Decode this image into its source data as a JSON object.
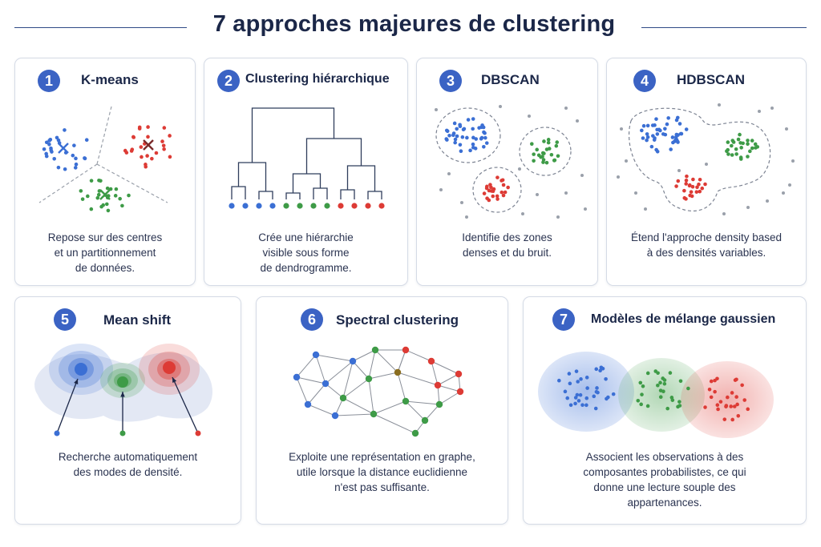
{
  "title": "7 approches majeures de clustering",
  "colors": {
    "blue": "#3b6fd4",
    "red": "#dd3b35",
    "green": "#3e9b47",
    "gray": "#9aa0aa",
    "badge": "#3b63c4",
    "navy": "#1b2748"
  },
  "cards": [
    {
      "number": "1",
      "title": "K-means",
      "desc": [
        "Repose sur des centres",
        "et un partitionnement",
        "de données."
      ]
    },
    {
      "number": "2",
      "title": "Clustering hiérarchique",
      "desc": [
        "Crée une hiérarchie",
        "visible sous forme",
        "de dendrogramme."
      ]
    },
    {
      "number": "3",
      "title": "DBSCAN",
      "desc": [
        "Identifie des zones",
        "denses et du bruit."
      ]
    },
    {
      "number": "4",
      "title": "HDBSCAN",
      "desc": [
        "Étend l'approche density based",
        "à des densités variables."
      ]
    },
    {
      "number": "5",
      "title": "Mean shift",
      "desc": [
        "Recherche automatiquement",
        "des modes de densité."
      ]
    },
    {
      "number": "6",
      "title": "Spectral clustering",
      "desc": [
        "Exploite une représentation en graphe,",
        "utile lorsque la distance euclidienne",
        "n'est pas suffisante."
      ]
    },
    {
      "number": "7",
      "title": "Modèles de mélange gaussien",
      "desc": [
        "Associent les observations à des",
        "composantes probabilistes, ce qui",
        "donne une lecture souple des",
        "appartenances."
      ]
    }
  ]
}
